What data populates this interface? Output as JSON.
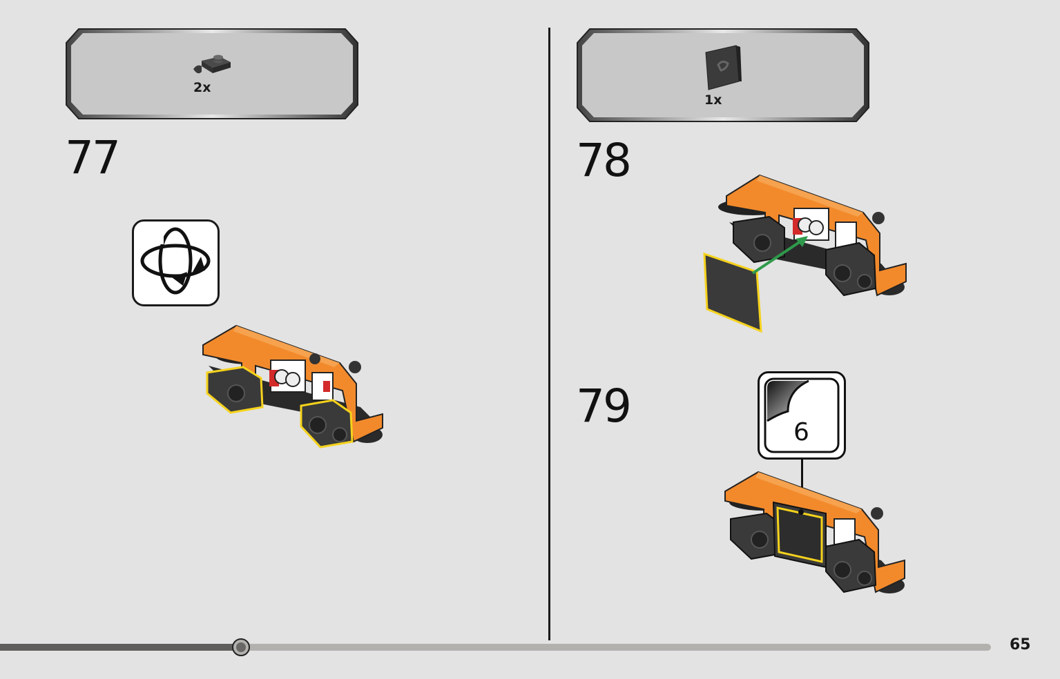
{
  "parts_callouts": [
    {
      "id": "step77",
      "quantity": "2x",
      "part_icon": "plate-with-clip-icon"
    },
    {
      "id": "step78",
      "quantity": "1x",
      "part_icon": "dark-tile-panel-icon"
    }
  ],
  "steps": [
    {
      "number": "77",
      "illustration": "rotate-model-icon"
    },
    {
      "number": "78",
      "illustration": "attach-panel-arrow"
    },
    {
      "number": "79",
      "sticker_number": "6"
    }
  ],
  "page": {
    "number": "65",
    "progress": 0.23
  },
  "colors": {
    "background": "#e3e3e3",
    "frame_orange": "#f28a2c",
    "dark_part": "#3a3a3a",
    "highlight_yellow": "#f5d21c",
    "arrow_green": "#2f9a4b"
  }
}
